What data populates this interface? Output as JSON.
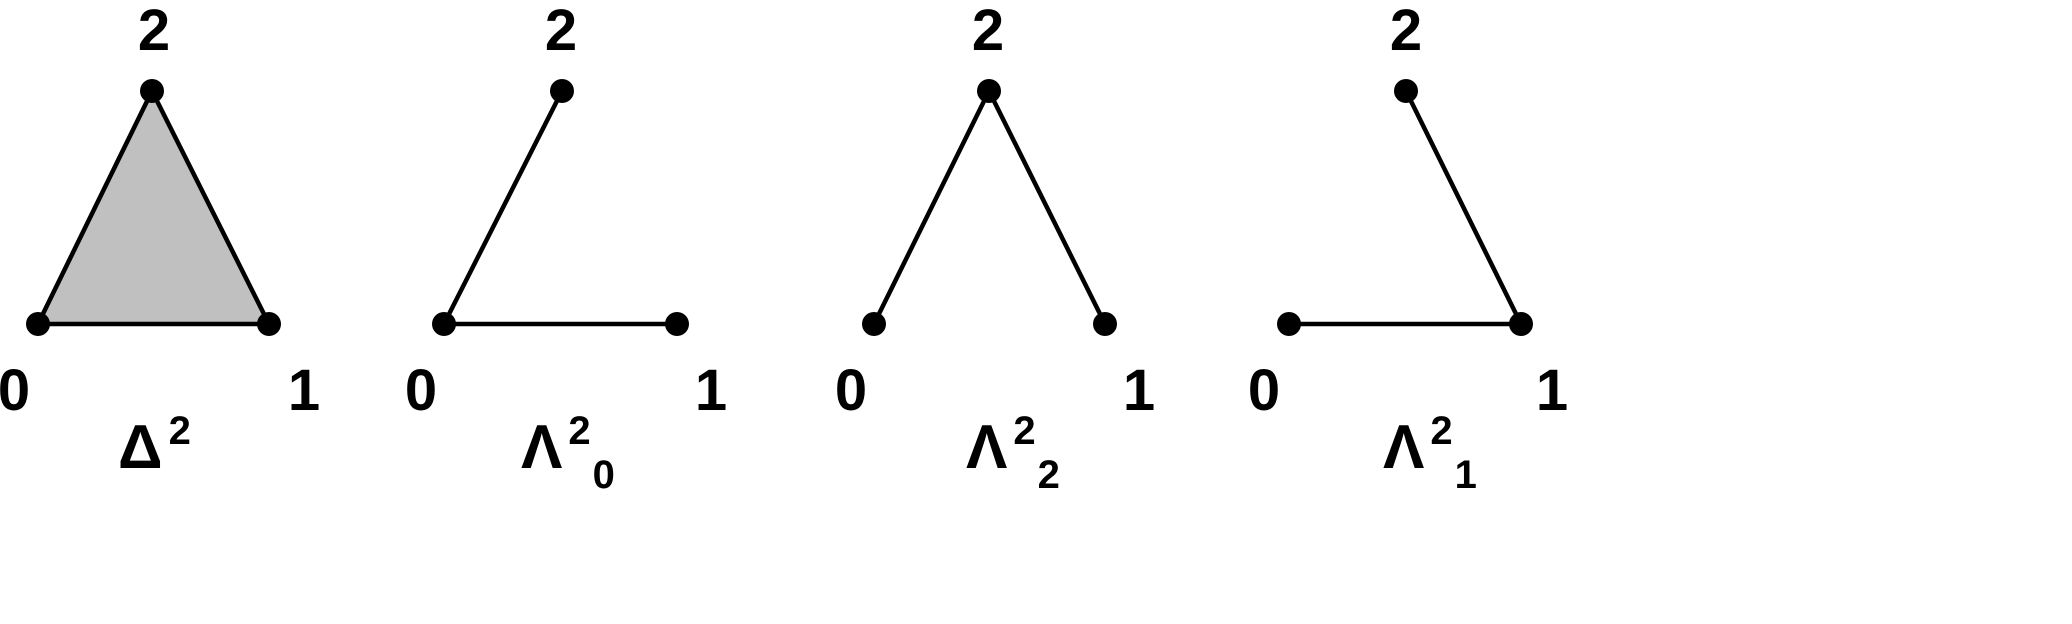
{
  "figures": [
    {
      "id": "delta-2",
      "caption": {
        "symbol": "Δ",
        "superscript": "2",
        "subscript": ""
      },
      "vertex_labels": [
        "0",
        "1",
        "2"
      ],
      "filled": true,
      "edges": [
        [
          0,
          1
        ],
        [
          1,
          2
        ],
        [
          2,
          0
        ]
      ]
    },
    {
      "id": "horn-2-0",
      "caption": {
        "symbol": "Λ",
        "superscript": "2",
        "subscript": "0"
      },
      "vertex_labels": [
        "0",
        "1",
        "2"
      ],
      "filled": false,
      "edges": [
        [
          0,
          1
        ],
        [
          0,
          2
        ]
      ]
    },
    {
      "id": "horn-2-2",
      "caption": {
        "symbol": "Λ",
        "superscript": "2",
        "subscript": "2"
      },
      "vertex_labels": [
        "0",
        "1",
        "2"
      ],
      "filled": false,
      "edges": [
        [
          0,
          2
        ],
        [
          1,
          2
        ]
      ]
    },
    {
      "id": "horn-2-1",
      "caption": {
        "symbol": "Λ",
        "superscript": "2",
        "subscript": "1"
      },
      "vertex_labels": [
        "0",
        "1",
        "2"
      ],
      "filled": false,
      "edges": [
        [
          0,
          1
        ],
        [
          1,
          2
        ]
      ]
    }
  ],
  "colors": {
    "line": "#000000",
    "vertex": "#000000",
    "fill": "#c0c0c0",
    "background": "#ffffff"
  }
}
